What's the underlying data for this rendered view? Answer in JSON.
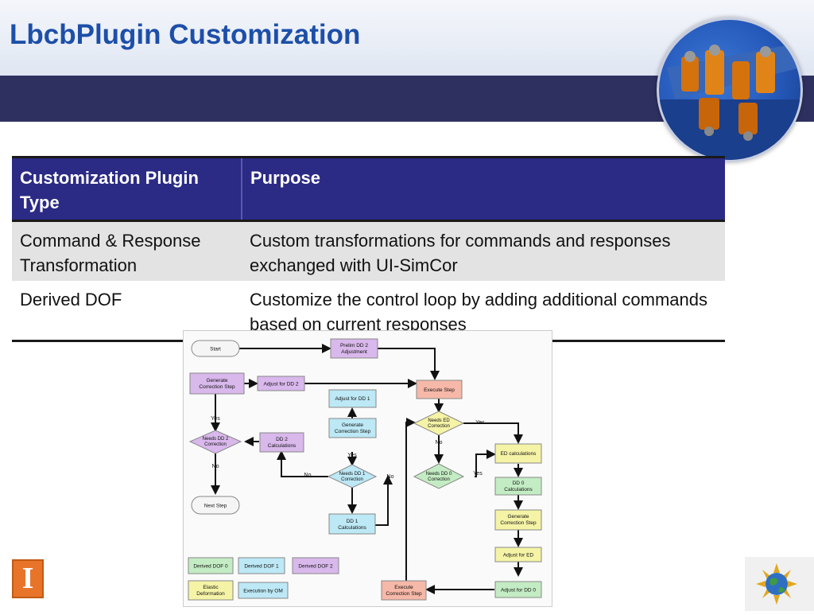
{
  "slide": {
    "title": "LbcbPlugin Customization"
  },
  "table": {
    "headers": [
      "Customization Plugin Type",
      "Purpose"
    ],
    "rows": [
      {
        "type": "Command & Response Transformation",
        "purpose": "Custom transformations for commands and responses exchanged with UI-SimCor"
      },
      {
        "type": "Derived DOF",
        "purpose": "Customize the control loop by adding additional commands based on current responses"
      }
    ]
  },
  "flowchart": {
    "start": "Start",
    "prelim_dd2": [
      "Prelim DD 2",
      "Adjustment"
    ],
    "generate_correction_left": [
      "Generate",
      "Correction Step"
    ],
    "adjust_dd2": "Adjust for DD 2",
    "execute_step": "Execute Step",
    "adjust_dd1": "Adjust for DD 1",
    "generate_correction_mid": [
      "Generate",
      "Correction Step"
    ],
    "needs_ed": [
      "Needs ED",
      "Correction"
    ],
    "needs_dd2": [
      "Needs DD 2",
      "Correction"
    ],
    "dd2_calc": [
      "DD 2",
      "Calculations"
    ],
    "needs_dd1": [
      "Needs DD 1",
      "Correction"
    ],
    "needs_dd0": [
      "Needs DD 0",
      "Correction"
    ],
    "ed_calc": "ED calculations",
    "dd0_calc": [
      "DD 0",
      "Calculations"
    ],
    "dd1_calc": [
      "DD 1",
      "Calculations"
    ],
    "next_step": "Next Step",
    "generate_correction_right": [
      "Generate",
      "Correction Step"
    ],
    "adjust_ed": "Adjust for ED",
    "adjust_dd0": "Adjust for DD 0",
    "execute_correction": [
      "Execute",
      "Correction Step"
    ],
    "legend": [
      "Derived DOF 0",
      "Derived DOF 1",
      "Derived DOF 2"
    ],
    "elastic": [
      "Elastic",
      "Deformation"
    ],
    "execution_om": "Execution by OM",
    "labels": {
      "yes": "Yes",
      "no": "No"
    },
    "colors": {
      "purple": "#d9b8ec",
      "blue": "#bde8f5",
      "green": "#c4ecc4",
      "salmon": "#f6b8a8",
      "yellow": "#f5f3a6"
    }
  },
  "logos": {
    "left_letter": "I"
  }
}
